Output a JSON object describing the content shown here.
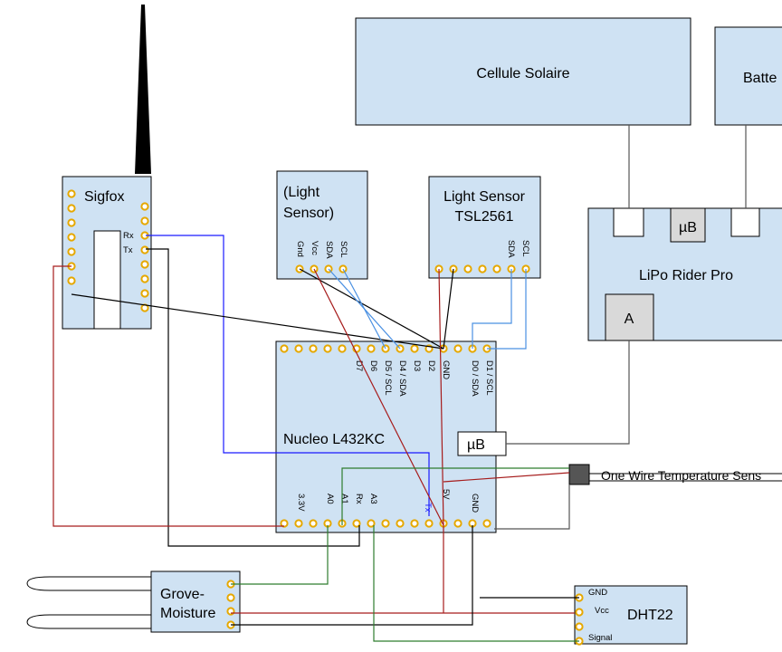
{
  "modules": {
    "cellule": "Cellule Solaire",
    "battery": "Batte",
    "sigfox": "Sigfox",
    "light1_line1": "(Light",
    "light1_line2": "Sensor)",
    "light2_line1": "Light Sensor",
    "light2_line2": "TSL2561",
    "lipo": "LiPo Rider Pro",
    "lipo_ub": "µB",
    "lipo_a": "A",
    "nucleo": "Nucleo L432KC",
    "nucleo_ub": "µB",
    "grove_line1": "Grove-",
    "grove_line2": "Moisture",
    "dht": "DHT22",
    "onewire": "One Wire Temperature Sens"
  },
  "pins": {
    "sigfox_rx": "Rx",
    "sigfox_tx": "Tx",
    "light1": [
      "Gnd",
      "Vcc",
      "SDA",
      "SCL"
    ],
    "light2": [
      "SDA",
      "SCL"
    ],
    "nucleo_top": [
      "D7",
      "D6",
      "D5 / SCL",
      "D4 / SDA",
      "D3",
      "D2",
      "GND",
      "D0 / SDA",
      "D1 / SCL"
    ],
    "nucleo_bottom": [
      "3.3V",
      "A0",
      "A1",
      "Rx",
      "A3",
      "Tx",
      "5V",
      "GND"
    ],
    "dht": [
      "GND",
      "Vcc",
      "Signal"
    ]
  },
  "colors": {
    "module_fill": "#cfe2f3",
    "pad_ring": "#e6a800",
    "wire_black": "#000000",
    "wire_red": "#a61c1c",
    "wire_blue": "#1a1aff",
    "wire_lightblue": "#4a90e2",
    "wire_green": "#2e7d2e",
    "wire_gray": "#555555"
  }
}
